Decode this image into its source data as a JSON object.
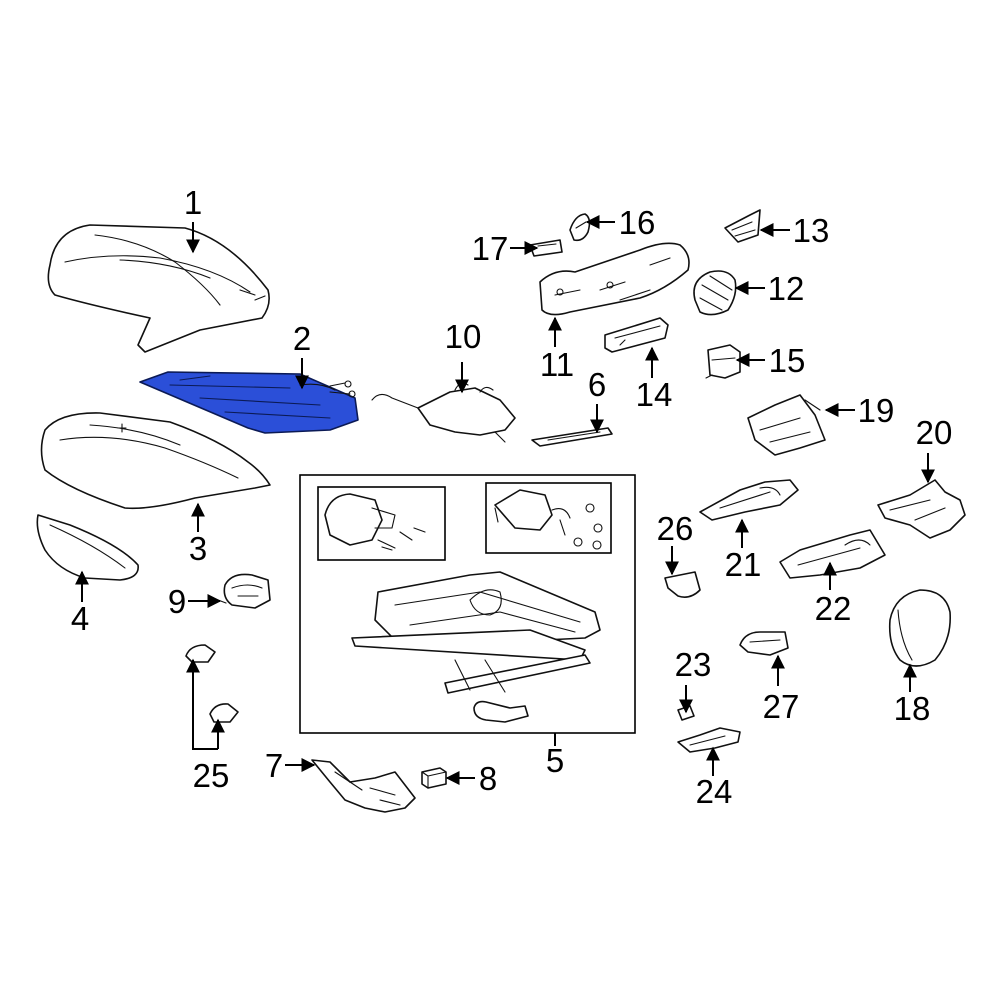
{
  "callouts": {
    "c1": "1",
    "c2": "2",
    "c3": "3",
    "c4": "4",
    "c5": "5",
    "c6": "6",
    "c7": "7",
    "c8": "8",
    "c9": "9",
    "c10": "10",
    "c11": "11",
    "c12": "12",
    "c13": "13",
    "c14": "14",
    "c15": "15",
    "c16": "16",
    "c17": "17",
    "c18": "18",
    "c19": "19",
    "c20": "20",
    "c21": "21",
    "c22": "22",
    "c23": "23",
    "c24": "24",
    "c25": "25",
    "c26": "26",
    "c27": "27"
  },
  "highlighted_part": "2",
  "colors": {
    "highlight": "#2b4fd8",
    "line": "#111111",
    "background": "#ffffff"
  }
}
